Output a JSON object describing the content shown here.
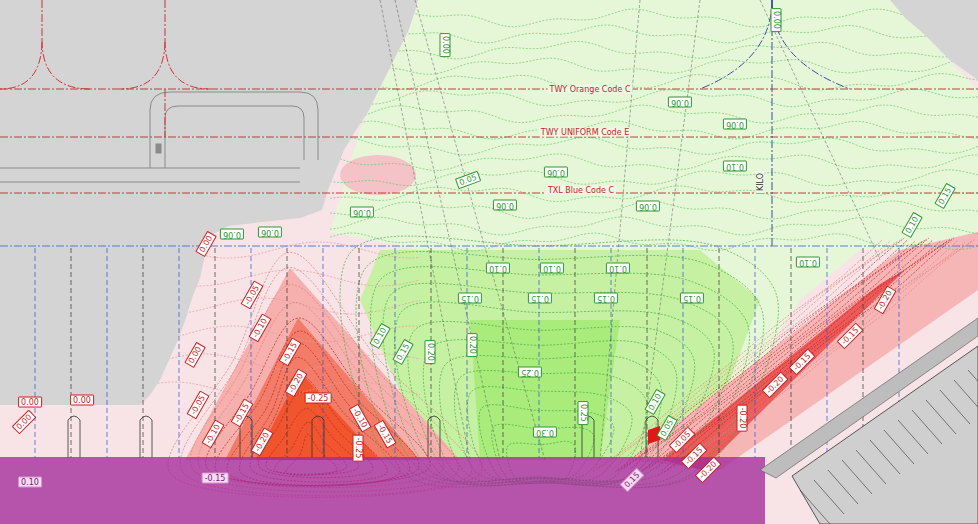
{
  "diagram": {
    "labels": [
      "TWY Orange Code C",
      "TWY UNIFORM Code E",
      "TXL Blue Code C",
      "KILO",
      "0.00",
      "0.00",
      "0.06",
      "0.06",
      "0.06",
      "0.06",
      "0.06",
      "0.05",
      "0.06",
      "0.06",
      "0.06",
      "0.10",
      "0.10",
      "0.10",
      "0.10",
      "0.10",
      "0.10",
      "0.15",
      "0.15",
      "0.15",
      "0.15",
      "0.15",
      "0.10",
      "0.15",
      "0.20",
      "0.20",
      "0.25",
      "0.25",
      "0.30",
      "0.10",
      "0.05",
      "0.00",
      "-0.05",
      "-0.10",
      "-0.15",
      "-0.20",
      "-0.25",
      "-0.05",
      "-0.10",
      "-0.15",
      "-0.20",
      "-0.10",
      "-0.15",
      "-0.25",
      "-0.05",
      "-0.15",
      "-0.20",
      "-0.20",
      "-0.20",
      "-0.15",
      "-0.15",
      "-0.20",
      "0.00",
      "0.00",
      "0.00",
      "0.10",
      "-0.15",
      "0.15",
      "0.00"
    ]
  }
}
